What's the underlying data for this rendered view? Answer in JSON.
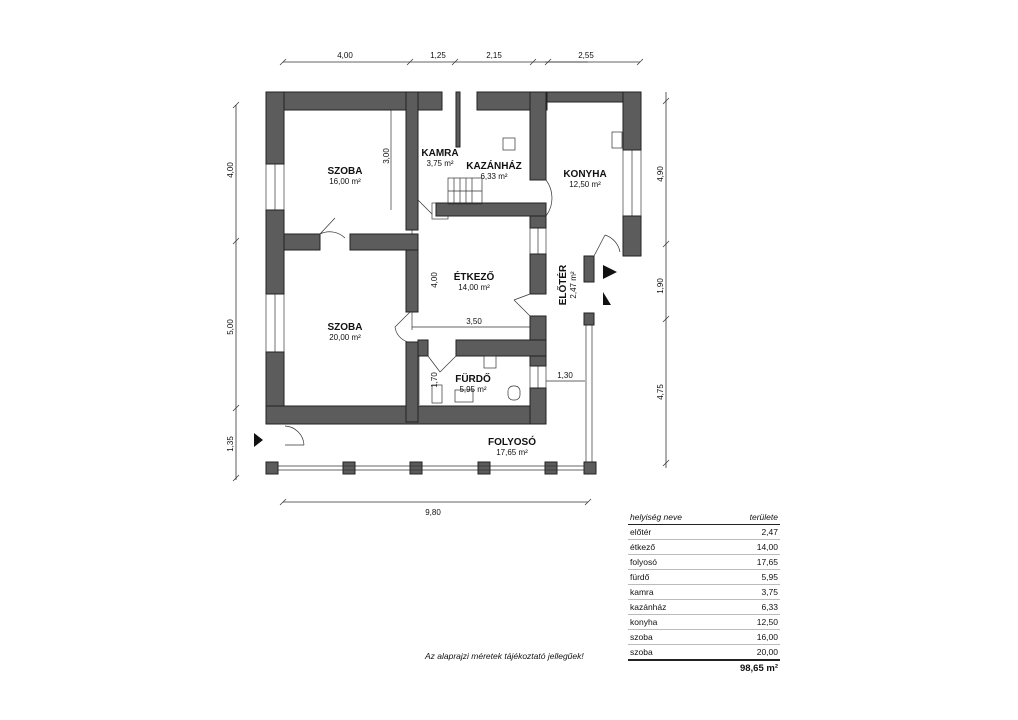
{
  "rooms": {
    "szoba1": {
      "name": "SZOBA",
      "area": "16,00 m²"
    },
    "kamra": {
      "name": "KAMRA",
      "area": "3,75 m²"
    },
    "kazanhaz": {
      "name": "KAZÁNHÁZ",
      "area": "6,33 m²"
    },
    "konyha": {
      "name": "KONYHA",
      "area": "12,50 m²"
    },
    "etkezo": {
      "name": "ÉTKEZŐ",
      "area": "14,00 m²"
    },
    "eloter": {
      "name": "ELŐTÉR",
      "area": "2,47 m²"
    },
    "szoba2": {
      "name": "SZOBA",
      "area": "20,00 m²"
    },
    "furdo": {
      "name": "FÜRDŐ",
      "area": "5,95 m²"
    },
    "folyoso": {
      "name": "FOLYOSÓ",
      "area": "17,65 m²"
    }
  },
  "dimensions": {
    "top": [
      "4,00",
      "1,25",
      "2,15",
      "2,55"
    ],
    "left": [
      "4,00",
      "5,00",
      "1,35"
    ],
    "right": [
      "4,90",
      "1,90",
      "4,75"
    ],
    "bottom": "9,80",
    "inner": {
      "szoba1_height": "3,00",
      "etkezo_height": "4,00",
      "etkezo_width": "3,50",
      "furdo_height": "1,70",
      "porch_width": "1,30"
    }
  },
  "table": {
    "header": {
      "name": "helyiség neve",
      "area": "területe"
    },
    "rows": [
      {
        "name": "előtér",
        "area": "2,47"
      },
      {
        "name": "étkező",
        "area": "14,00"
      },
      {
        "name": "folyosó",
        "area": "17,65"
      },
      {
        "name": "fürdő",
        "area": "5,95"
      },
      {
        "name": "kamra",
        "area": "3,75"
      },
      {
        "name": "kazánház",
        "area": "6,33"
      },
      {
        "name": "konyha",
        "area": "12,50"
      },
      {
        "name": "szoba",
        "area": "16,00"
      },
      {
        "name": "szoba",
        "area": "20,00"
      }
    ],
    "total": "98,65 m²"
  },
  "disclaimer": "Az alaprajzi méretek tájékoztató jellegűek!"
}
